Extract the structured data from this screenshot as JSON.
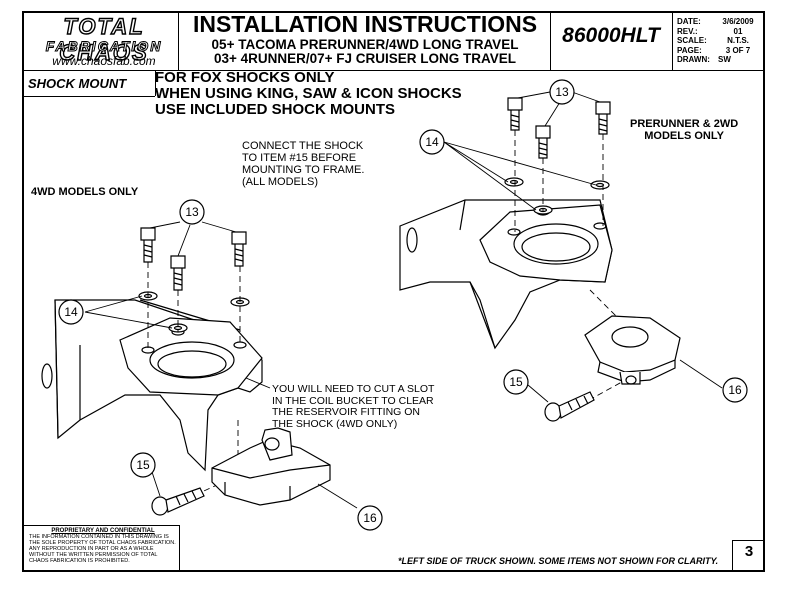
{
  "header": {
    "logo_line1": "TOTAL CHAOS",
    "logo_line2": "FABRICATION",
    "logo_url": "www.chaosfab.com",
    "title": "INSTALLATION INSTRUCTIONS",
    "subtitle1": "05+ TACOMA PRERUNNER/4WD LONG TRAVEL",
    "subtitle2": "03+ 4RUNNER/07+ FJ CRUISER LONG TRAVEL",
    "part_number": "86000HLT",
    "meta_labels": [
      "DATE:",
      "REV.:",
      "SCALE:",
      "PAGE:",
      "DRAWN:"
    ],
    "meta_values": [
      "3/6/2009",
      "01",
      "N.T.S.",
      "3 OF 7",
      "SW"
    ]
  },
  "section_label": "SHOCK MOUNT",
  "fox_note": [
    "FOR FOX SHOCKS ONLY",
    "WHEN USING KING, SAW & ICON SHOCKS",
    "USE INCLUDED SHOCK MOUNTS"
  ],
  "connect_note": [
    "CONNECT THE SHOCK",
    "TO ITEM #15 BEFORE",
    "MOUNTING TO FRAME.",
    "(ALL MODELS)"
  ],
  "left_label": "4WD MODELS ONLY",
  "right_label": [
    "PRERUNNER & 2WD",
    "MODELS ONLY"
  ],
  "slot_note": [
    "YOU WILL NEED TO CUT A SLOT",
    "IN THE COIL BUCKET TO CLEAR",
    "THE RESERVOIR FITTING ON",
    "THE SHOCK (4WD ONLY)"
  ],
  "item_numbers": {
    "left_bolts": "13",
    "left_washers": "14",
    "left_bolt15": "15",
    "left_mount16": "16",
    "right_bolts": "13",
    "right_washers": "14",
    "right_bolt15": "15",
    "right_mount16": "16"
  },
  "disclaimer_heading": "PROPRIETARY AND CONFIDENTIAL",
  "disclaimer_body": "THE INFORMATION CONTAINED IN THIS DRAWING IS THE SOLE PROPERTY OF TOTAL CHAOS FABRICATION. ANY REPRODUCTION IN PART OR AS A WHOLE WITHOUT THE WRITTEN PERMISSION OF TOTAL CHAOS FABRICATION IS PROHIBITED.",
  "footnote": "*LEFT SIDE OF TRUCK SHOWN. SOME ITEMS NOT SHOWN FOR CLARITY.",
  "page_number": "3"
}
